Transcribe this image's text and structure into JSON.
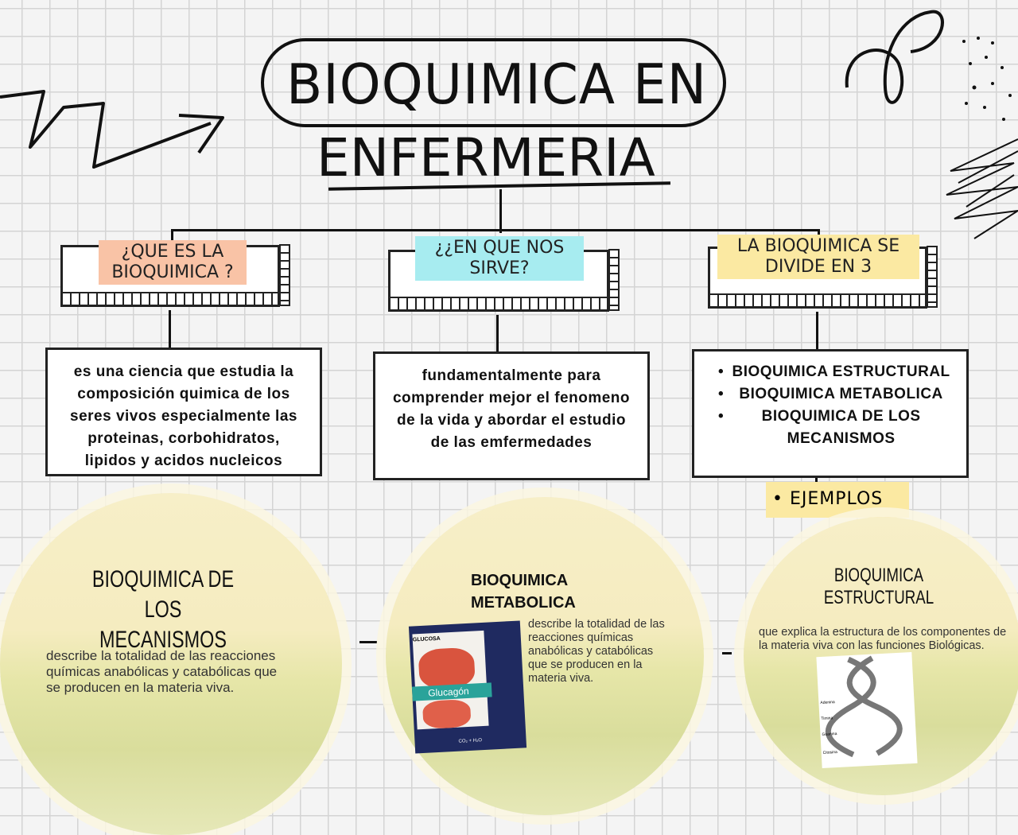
{
  "title": {
    "line1": "BIOQUIMICA EN",
    "line2": "ENFERMERIA"
  },
  "branches": [
    {
      "heading": "¿QUE ES LA BIOQUIMICA ?",
      "highlight": "#f9c3a6",
      "body": "es una ciencia que estudia la composición quimica de los seres vivos especialmente las proteinas, corbohidratos, lipidos y acidos nucleicos"
    },
    {
      "heading": "¿¿EN QUE NOS SIRVE?",
      "highlight": "#a7ecf0",
      "body": "fundamentalmente para comprender mejor el fenomeno de la vida y abordar el estudio de las emfermedades"
    },
    {
      "heading": "LA BIOQUIMICA SE DIVIDE EN 3",
      "highlight": "#fbe9a2",
      "items": [
        "BIOQUIMICA ESTRUCTURAL",
        "BIOQUIMICA METABOLICA",
        "BIOQUIMICA DE LOS MECANISMOS"
      ]
    }
  ],
  "examples_label": "EJEMPLOS",
  "circles": [
    {
      "title": "BIOQUIMICA DE LOS MECANISMOS",
      "text": "describe la totalidad de las reacciones químicas anabólicas y catabólicas que se producen en la materia viva."
    },
    {
      "title": "BIOQUIMICA METABOLICA",
      "text": "describe la totalidad de las reacciones químicas anabólicas y catabólicas que se producen en la materia viva.",
      "image_labels": [
        "GLUCOSA",
        "Glucagón",
        "CO₂ + H₂O"
      ]
    },
    {
      "title": "BIOQUIMICA ESTRUCTURAL",
      "text": "que explica la estructura de los componentes de la materia viva con las funciones Biológicas.",
      "image_labels": [
        "Adenina",
        "Timina",
        "Guanina",
        "Citosina"
      ]
    }
  ]
}
